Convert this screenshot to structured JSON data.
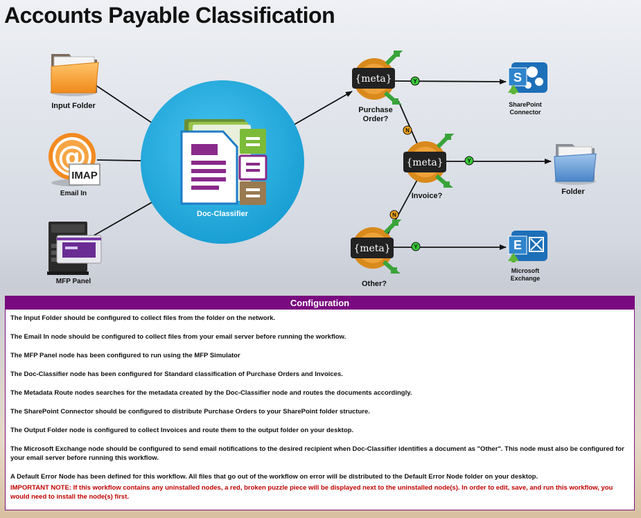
{
  "title": "Accounts Payable Classification",
  "nodes": {
    "input_folder": "Input Folder",
    "email_in": "Email In",
    "imap_badge": "IMAP",
    "mfp_panel": "MFP Panel",
    "doc_classifier": "Doc-Classifier",
    "meta_text": "{meta}",
    "purchase_order": "Purchase Order?",
    "invoice": "Invoice?",
    "other": "Other?",
    "sharepoint": "SharePoint Connector",
    "folder": "Folder",
    "exchange": "Microsoft Exchange"
  },
  "edge_badges": {
    "yes": "Y",
    "no": "N"
  },
  "colors": {
    "classifier_circle": "#29aee0",
    "config_header": "#7a0a80",
    "note": "#c00000",
    "badge_yes": "#37c837",
    "badge_no": "#f3a516"
  },
  "config": {
    "header": "Configuration",
    "items": [
      "The Input Folder should be configured to collect files from the folder on the network.",
      "The Email In node should be configured to collect files from your email server before running the workflow.",
      "The MFP Panel node has been configured to run using the MFP Simulator",
      "The Doc-Classifier node has been configured for Standard classification of Purchase Orders and Invoices.",
      "The Metadata Route nodes searches for the metadata created by the Doc-Classifier node and routes the documents accordingly.",
      "The SharePoint Connector should be configured to distribute Purchase Orders to your SharePoint folder structure.",
      "The Output Folder node is configured to collect Invoices and route them to the output folder on your desktop.",
      "The Microsoft Exchange node should be configured to send email notifications to the desired recipient when Doc-Classifier identifies a document as \"Other\". This node must also be configured for your email server before running this workflow.",
      "A Default Error Node has been defined for this workflow. All files that go out of the workflow on error will be distributed to the Default Error Node folder on your desktop."
    ],
    "note": "IMPORTANT NOTE: If this workflow contains any uninstalled nodes, a red, broken puzzle piece will be displayed next to the uninstalled node(s). In order to edit, save, and run this workflow, you would need to install the node(s) first."
  }
}
